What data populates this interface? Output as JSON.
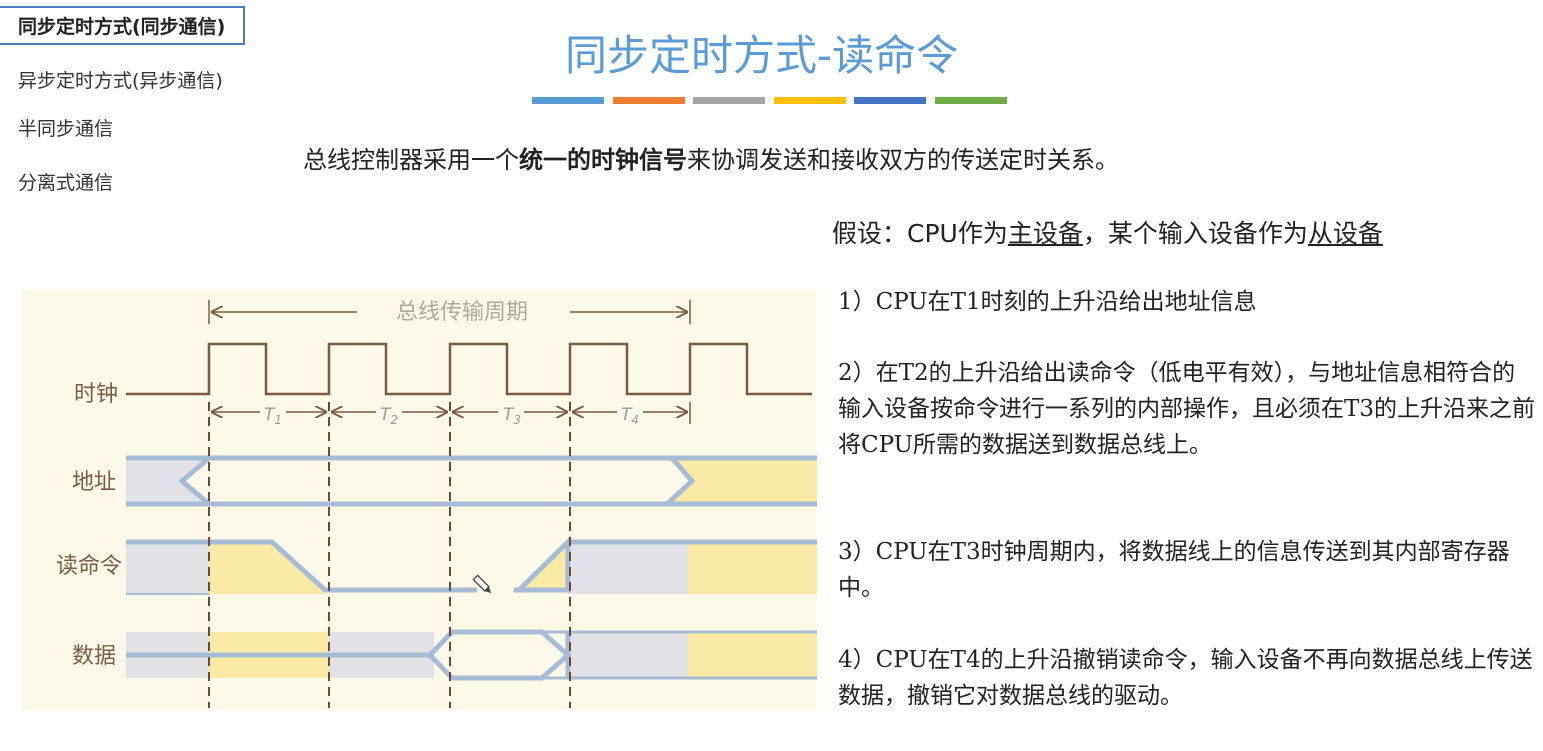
{
  "sidebar": {
    "items": [
      {
        "label": "同步定时方式(同步通信)",
        "active": true
      },
      {
        "label": "异步定时方式(异步通信)",
        "active": false
      },
      {
        "label": "半同步通信",
        "active": false
      },
      {
        "label": "分离式通信",
        "active": false
      }
    ]
  },
  "title": "同步定时方式-读命令",
  "title_bar_colors": [
    "#5b9bd5",
    "#ed7d31",
    "#a5a5a5",
    "#ffc000",
    "#4472c4",
    "#70ad47"
  ],
  "intro": {
    "prefix": "总线控制器采用一个",
    "bold": "统一的时钟信号",
    "suffix": "来协调发送和接收双方的传送定时关系。"
  },
  "assumption": {
    "prefix": "假设：CPU作为",
    "master": "主设备",
    "middle": "，某个输入设备作为",
    "slave": "从设备"
  },
  "steps": [
    "1）CPU在T1时刻的上升沿给出地址信息",
    "2）在T2的上升沿给出读命令（低电平有效），与地址信息相符合的输入设备按命令进行一系列的内部操作，且必须在T3的上升沿来之前将CPU所需的数据送到数据总线上。",
    "3）CPU在T3时钟周期内，将数据线上的信息传送到其内部寄存器中。",
    "4）CPU在T4的上升沿撤销读命令，输入设备不再向数据总线上传送数据，撤销它对数据总线的驱动。"
  ],
  "diagram": {
    "bus_cycle_label": "总线传输周期",
    "signals": [
      "时钟",
      "地址",
      "读命令",
      "数据"
    ],
    "periods": [
      "T",
      "T",
      "T",
      "T"
    ],
    "period_subscripts": [
      "1",
      "2",
      "3",
      "4"
    ],
    "colors": {
      "background": "#fdf9e8",
      "clock": "#7a5a4a",
      "bus_line": "#a6bcd6",
      "fill_yellow": "#fbeaa6",
      "fill_gray": "#e2e2e6",
      "dashed": "#6b4a3a",
      "label": "#7a5a4a"
    }
  }
}
